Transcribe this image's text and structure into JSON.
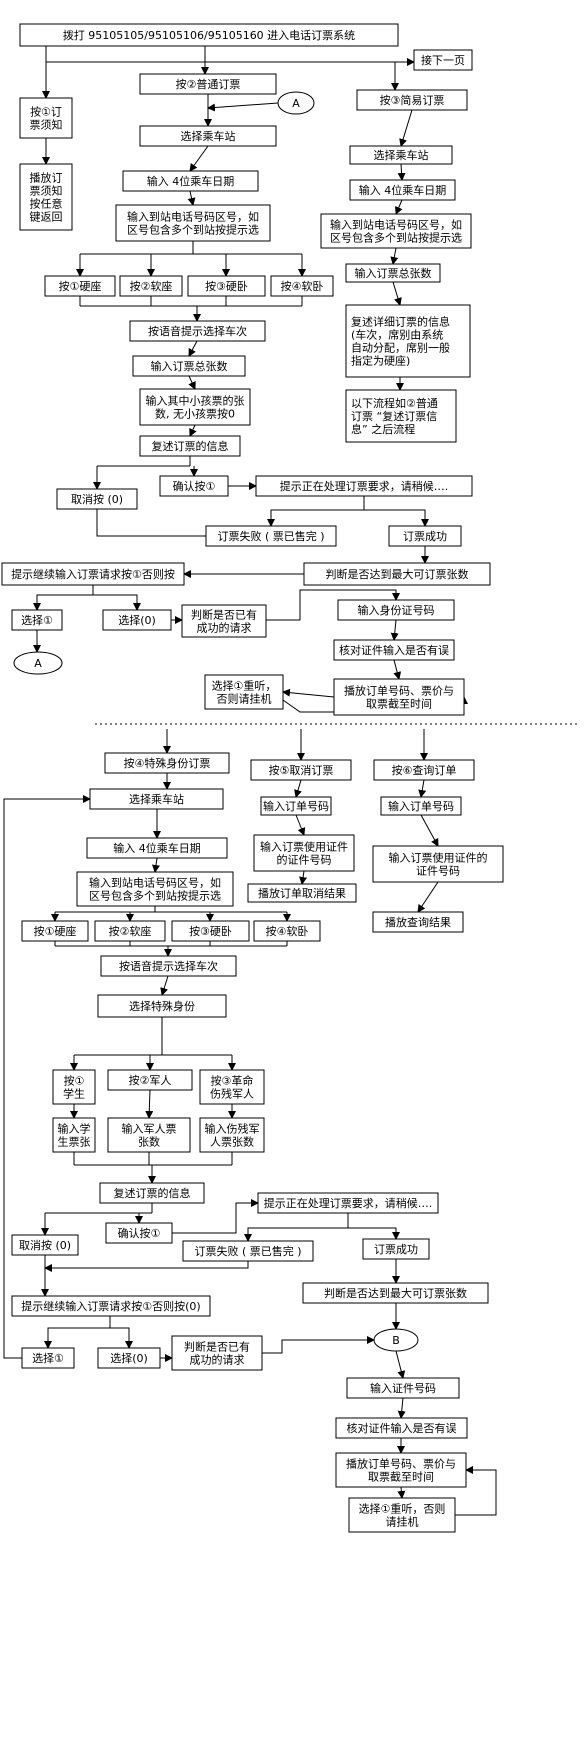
{
  "nodes": {
    "top": "拨打 95105105/95105106/95105160 进入电话订票系统",
    "next_page": "接下一页",
    "notice": [
      "按①订",
      "票须知"
    ],
    "notice_play": [
      "播放订",
      "票须知",
      "按任意",
      "键返回"
    ],
    "p_normal": "按②普通订票",
    "p_simple": "按③简易订票",
    "connector_a": "A",
    "connector_b": "B",
    "n_station": "选择乘车站",
    "n_date": "输入 4位乘车日期",
    "n_area": [
      "输入到站电话号码区号，如",
      "区号包含多个到站按提示选"
    ],
    "n_seat1": "按①硬座",
    "n_seat2": "按②软座",
    "n_seat3": "按③硬卧",
    "n_seat4": "按④软卧",
    "n_train": "按语音提示选择车次",
    "n_total": "输入订票总张数",
    "n_child": [
      "输入其中小孩票的张",
      "数, 无小孩票按0"
    ],
    "n_review": "复述订票的信息",
    "n_confirm": "确认按①",
    "n_cancel": "取消按 (0)",
    "n_processing": "提示正在处理订票要求，请稍候….",
    "n_fail": "订票失败 ( 票已售完 )",
    "n_success": "订票成功",
    "n_continue": "提示继续输入订票请求按①否则按",
    "n_max": "判断是否达到最大可订票张数",
    "n_sel1": "选择①",
    "n_sel0": "选择(0)",
    "n_judge": [
      "判断是否已有",
      "成功的请求"
    ],
    "n_id": "输入身份证号码",
    "n_verify": "核对证件输入是否有误",
    "n_play": [
      "播放订单号码、票价与",
      "取票截至时间"
    ],
    "n_relisten": [
      "选择①重听，",
      "否则请挂机"
    ],
    "s_station": "选择乘车站",
    "s_date": "输入 4位乘车日期",
    "s_area": [
      "输入到站电话号码区号，如",
      "区号包含多个到站按提示选"
    ],
    "s_total": "输入订票总张数",
    "s_review": [
      "复述详细订票的信息",
      "(车次，席别由系统",
      "自动分配，席别一般",
      "指定为硬座)"
    ],
    "s_follow": [
      "以下流程如②普通",
      "订票 “复述订票信",
      "息” 之后流程"
    ],
    "p_special": "按④特殊身份订票",
    "p_cancel": "按⑤取消订票",
    "p_query": "按⑥查询订单",
    "c_order": "输入订单号码",
    "c_id": [
      "输入订票使用证件",
      "的证件号码"
    ],
    "c_result": "播放订单取消结果",
    "q_order": "输入订单号码",
    "q_id": [
      "输入订票使用证件的",
      "证件号码"
    ],
    "q_result": "播放查询结果",
    "sp_station": "选择乘车站",
    "sp_date": "输入 4位乘车日期",
    "sp_area": [
      "输入到站电话号码区号，如",
      "区号包含多个到站按提示选"
    ],
    "sp_seat1": "按①硬座",
    "sp_seat2": "按②软座",
    "sp_seat3": "按③硬卧",
    "sp_seat4": "按④软卧",
    "sp_train": "按语音提示选择车次",
    "sp_identity": "选择特殊身份",
    "sp_id1": [
      "按①",
      "学生"
    ],
    "sp_id2": "按②军人",
    "sp_id3": [
      "按③革命",
      "伤残军人"
    ],
    "sp_in1": [
      "输入学",
      "生票张"
    ],
    "sp_in2": [
      "输入军人票",
      "张数"
    ],
    "sp_in3": [
      "输入伤残军",
      "人票张数"
    ],
    "sp_review": "复述订票的信息",
    "sp_confirm": "确认按①",
    "sp_cancel": "取消按 (0)",
    "sp_processing": "提示正在处理订票要求，请稍候….",
    "sp_fail": "订票失败 ( 票已售完 )",
    "sp_success": "订票成功",
    "sp_continue": "提示继续输入订票请求按①否则按(0)",
    "sp_max": "判断是否达到最大可订票张数",
    "sp_sel1": "选择①",
    "sp_sel0": "选择(0)",
    "sp_judge": [
      "判断是否已有",
      "成功的请求"
    ],
    "sp_idnum": "输入证件号码",
    "sp_verify": "核对证件输入是否有误",
    "sp_play": [
      "播放订单号码、票价与",
      "取票截至时间"
    ],
    "sp_relisten": [
      "选择①重听，否则",
      "请挂机"
    ]
  }
}
